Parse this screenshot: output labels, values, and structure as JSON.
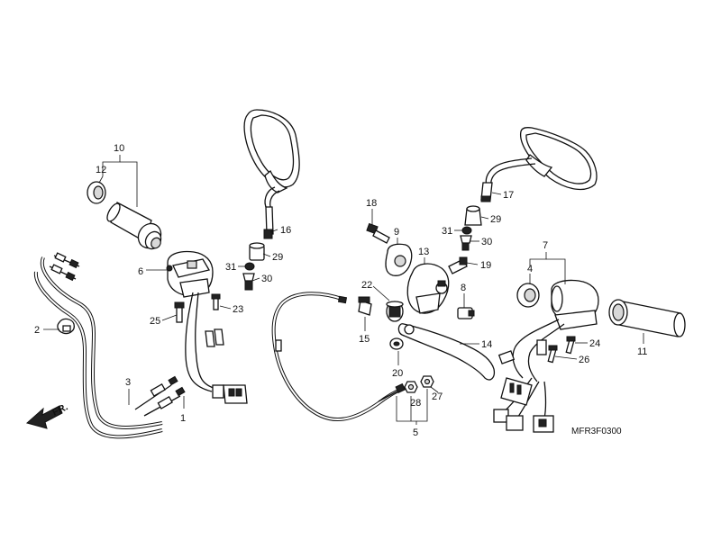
{
  "diagram_code": "MFR3F0300",
  "direction_label": "FR.",
  "callouts": [
    {
      "id": "c1",
      "text": "1"
    },
    {
      "id": "c2",
      "text": "2"
    },
    {
      "id": "c3",
      "text": "3"
    },
    {
      "id": "c4",
      "text": "4"
    },
    {
      "id": "c5",
      "text": "5"
    },
    {
      "id": "c6",
      "text": "6"
    },
    {
      "id": "c7",
      "text": "7"
    },
    {
      "id": "c8",
      "text": "8"
    },
    {
      "id": "c9",
      "text": "9"
    },
    {
      "id": "c10",
      "text": "10"
    },
    {
      "id": "c11",
      "text": "11"
    },
    {
      "id": "c12",
      "text": "12"
    },
    {
      "id": "c13",
      "text": "13"
    },
    {
      "id": "c14",
      "text": "14"
    },
    {
      "id": "c15",
      "text": "15"
    },
    {
      "id": "c16",
      "text": "16"
    },
    {
      "id": "c17",
      "text": "17"
    },
    {
      "id": "c18",
      "text": "18"
    },
    {
      "id": "c19",
      "text": "19"
    },
    {
      "id": "c20",
      "text": "20"
    },
    {
      "id": "c22",
      "text": "22"
    },
    {
      "id": "c23",
      "text": "23"
    },
    {
      "id": "c24",
      "text": "24"
    },
    {
      "id": "c25",
      "text": "25"
    },
    {
      "id": "c26",
      "text": "26"
    },
    {
      "id": "c27",
      "text": "27"
    },
    {
      "id": "c28",
      "text": "28"
    },
    {
      "id": "c29a",
      "text": "29"
    },
    {
      "id": "c29b",
      "text": "29"
    },
    {
      "id": "c30a",
      "text": "30"
    },
    {
      "id": "c30b",
      "text": "30"
    },
    {
      "id": "c31a",
      "text": "31"
    },
    {
      "id": "c31b",
      "text": "31"
    }
  ]
}
